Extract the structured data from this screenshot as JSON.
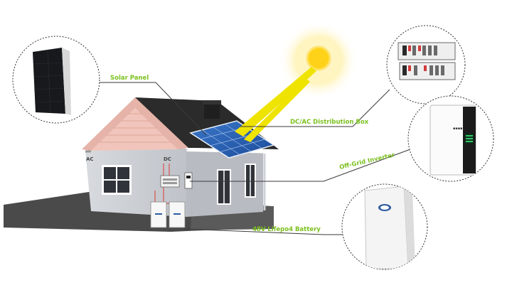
{
  "labels": {
    "solar_panel": "Solar Panel",
    "distribution_box": "DC/AC Distribution Box",
    "inverter": "Off-Grid Inverter",
    "battery": "48V Lifepo4 Battery"
  },
  "wall_markings": {
    "ac": "AC",
    "dc": "DC"
  },
  "colors": {
    "label_green": "#7cc11f",
    "sun_core": "#ffd21a",
    "sun_glow": "#fff2b0",
    "sunbeam": "#f4e000",
    "leader_line": "#3a3a3a",
    "roof": "#2b2b2b",
    "wall": "#c8cbd1",
    "shadow": "#4a4a4a"
  },
  "icons": [
    "sun-icon"
  ]
}
